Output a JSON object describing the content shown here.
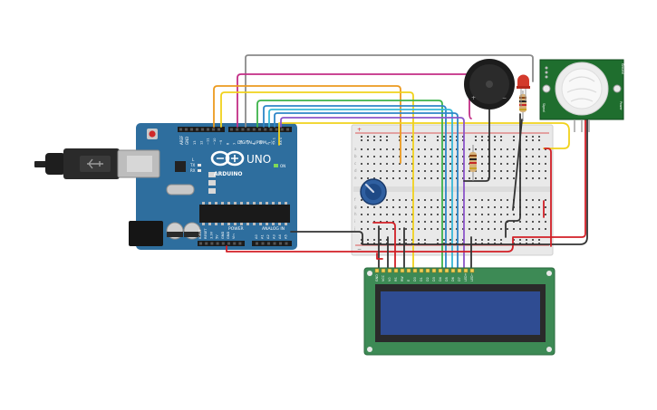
{
  "arduino": {
    "brand": "ARDUINO",
    "model": "UNO",
    "digital_label": "DIGITAL (PWM ~)",
    "power_label": "POWER",
    "analog_label": "ANALOG IN",
    "on_label": "ON",
    "tx_label": "TX",
    "rx_label": "RX",
    "l_label": "L",
    "gnd_label": "GND",
    "aref_label": "AREF",
    "digital_pins": [
      "13",
      "12",
      "~11",
      "~10",
      "~9",
      "8",
      "7",
      "~6",
      "~5",
      "4",
      "~3",
      "2",
      "TX 1",
      "RX 0"
    ],
    "power_pins": [
      "IOREF",
      "RESET",
      "3.3V",
      "5V",
      "GND",
      "GND",
      "Vin"
    ],
    "analog_pins": [
      "A0",
      "A1",
      "A2",
      "A3",
      "A4",
      "A5"
    ]
  },
  "pir": {
    "labels": [
      "Signal",
      "Power",
      "Ground"
    ]
  },
  "buzzer": {
    "plus": "+",
    "minus": "−"
  },
  "breadboard": {
    "row_letters": [
      "a",
      "b",
      "c",
      "d",
      "e",
      "f",
      "g",
      "h",
      "i",
      "j"
    ],
    "plus": "+",
    "minus": "−"
  },
  "lcd": {
    "pin_labels": [
      "GND",
      "VCC",
      "V0",
      "RS",
      "RW",
      "E",
      "D0",
      "D1",
      "D2",
      "D3",
      "D4",
      "D5",
      "D6",
      "D7",
      "LED+",
      "LED−"
    ]
  },
  "colors": {
    "board": "#2e6e9e",
    "breadboard": "#e9e9e9",
    "lcd_pcb": "#3d8a55",
    "lcd_screen": "#2f4c92",
    "pir_pcb": "#1f6e2e",
    "wire_gray": "#8a8a8a",
    "wire_magenta": "#c22d85",
    "wire_orange": "#ec9a1e",
    "wire_yellow": "#f1d21c",
    "wire_green": "#3cb34a",
    "wire_blue": "#2e86c8",
    "wire_cyan": "#37b8d8",
    "wire_purple": "#8c55c8",
    "wire_red": "#d21f26",
    "wire_black": "#333333"
  }
}
